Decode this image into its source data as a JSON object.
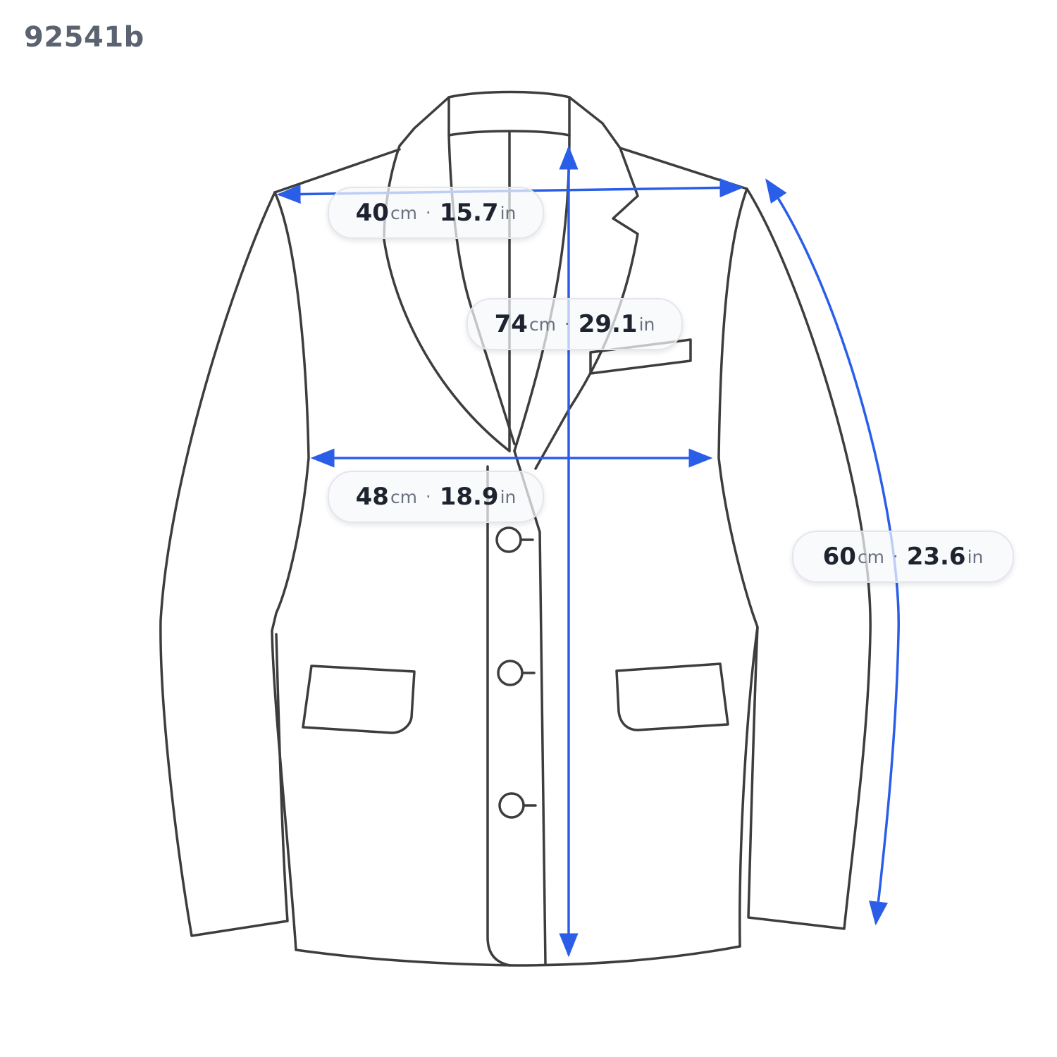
{
  "product_code": "92541b",
  "colors": {
    "garment_line": "#3d3d3d",
    "dimension_line": "#2a5ee8"
  },
  "measurements": [
    {
      "id": "shoulder",
      "cm": "40",
      "cm_unit": "cm",
      "separator": "·",
      "in": "15.7",
      "in_unit": "in"
    },
    {
      "id": "length",
      "cm": "74",
      "cm_unit": "cm",
      "separator": "·",
      "in": "29.1",
      "in_unit": "in"
    },
    {
      "id": "chest",
      "cm": "48",
      "cm_unit": "cm",
      "separator": "·",
      "in": "18.9",
      "in_unit": "in"
    },
    {
      "id": "sleeve",
      "cm": "60",
      "cm_unit": "cm",
      "separator": "·",
      "in": "23.6",
      "in_unit": "in"
    }
  ]
}
